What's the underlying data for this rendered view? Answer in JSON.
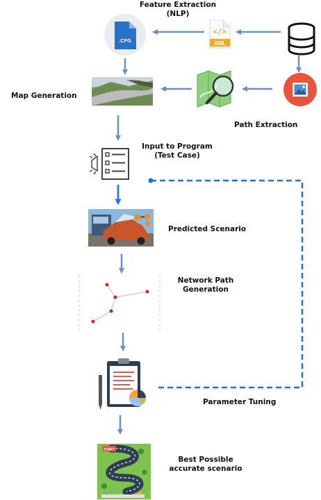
{
  "labels": {
    "feature_extraction_line1": "Feature Extraction",
    "feature_extraction_line2": "(NLP)",
    "cfg_file": ".CFG",
    "xml_file": "XML",
    "map_generation": "Map Generation",
    "path_extraction": "Path Extraction",
    "input_program_line1": "Input to Program",
    "input_program_line2": "(Test Case)",
    "predicted_scenario": "Predicted Scenario",
    "network_path_line1": "Network Path",
    "network_path_line2": "Generation",
    "parameter_tuning": "Parameter Tuning",
    "best_scenario_line1": "Best Possible",
    "best_scenario_line2": "accurate scenario",
    "road_sign_text": "START"
  },
  "colors": {
    "arrow": "#6a8fc0",
    "arrow_bright": "#2575e6",
    "dashed_loop": "#1f6fe0",
    "cfg_blue": "#2672c9",
    "xml_orange": "#f0a830",
    "image_red": "#e8553b"
  }
}
